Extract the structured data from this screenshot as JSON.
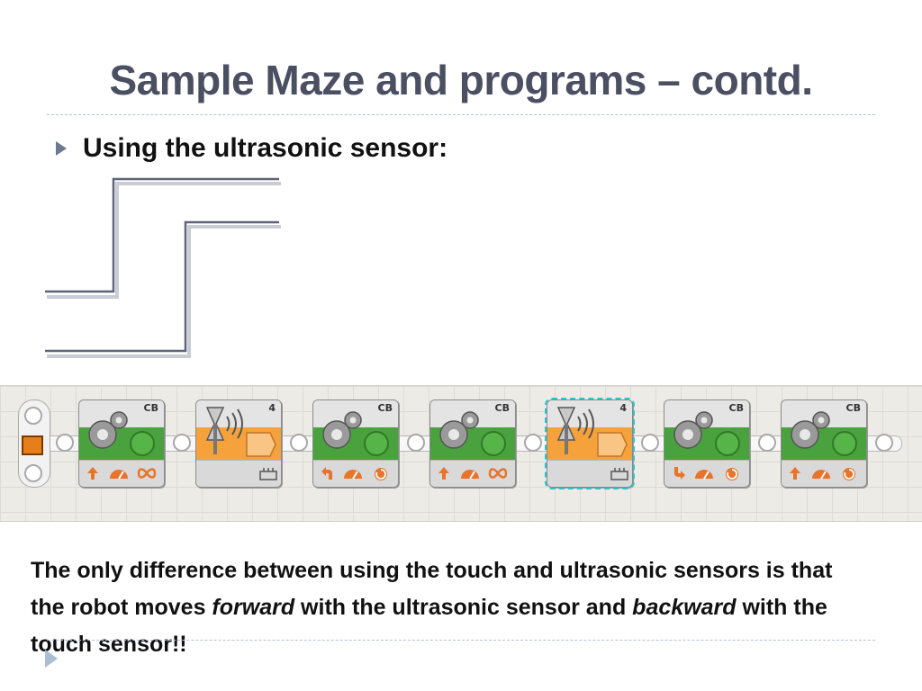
{
  "slide": {
    "title": "Sample Maze and programs – contd.",
    "bullet": "Using the ultrasonic sensor:",
    "caption": {
      "part1": "The only difference between using the touch and ultrasonic sensors is that the robot moves ",
      "em1": "forward",
      "part2": " with the ultrasonic sensor and ",
      "em2": "backward",
      "part3": " with the touch sensor!!"
    }
  },
  "program": {
    "blocks": [
      {
        "type": "move",
        "label": "CB",
        "icons": [
          "up-arrow-icon",
          "speed-dial-icon",
          "infinity-icon"
        ]
      },
      {
        "type": "wait-ultrasonic",
        "label": "4",
        "icons": [
          "distance-icon"
        ]
      },
      {
        "type": "move",
        "label": "CB",
        "icons": [
          "turn-left-arrow-icon",
          "speed-dial-icon",
          "rotation-icon"
        ]
      },
      {
        "type": "move",
        "label": "CB",
        "icons": [
          "up-arrow-icon",
          "speed-dial-icon",
          "infinity-icon"
        ]
      },
      {
        "type": "wait-ultrasonic",
        "label": "4",
        "icons": [
          "distance-icon"
        ],
        "selected": true
      },
      {
        "type": "move",
        "label": "CB",
        "icons": [
          "turn-right-arrow-icon",
          "speed-dial-icon",
          "rotation-icon"
        ]
      },
      {
        "type": "move",
        "label": "CB",
        "icons": [
          "up-arrow-icon",
          "speed-dial-icon",
          "rotation-icon"
        ]
      }
    ]
  },
  "colors": {
    "title": "#4b4f62",
    "move_band": "#4aa23e",
    "wait_band": "#f5a13c",
    "accent_orange": "#e8742a",
    "selection": "#2ec2cc"
  }
}
